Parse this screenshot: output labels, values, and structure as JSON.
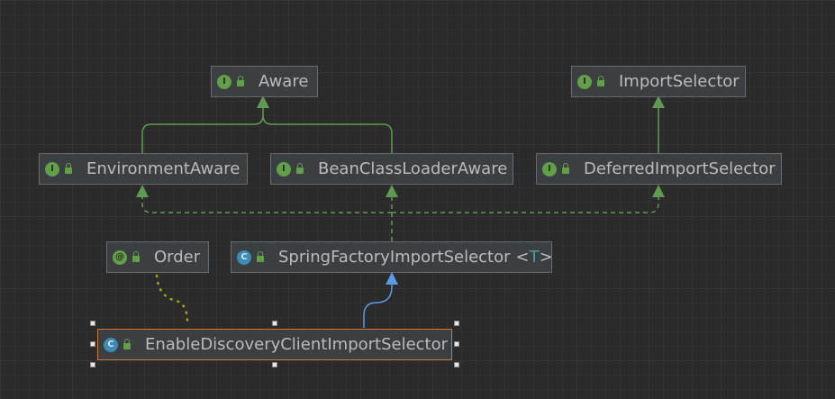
{
  "nodes": {
    "aware": {
      "name": "Aware",
      "kind": "interface",
      "badge": "I"
    },
    "import_selector": {
      "name": "ImportSelector",
      "kind": "interface",
      "badge": "I"
    },
    "environment_aware": {
      "name": "EnvironmentAware",
      "kind": "interface",
      "badge": "I"
    },
    "bean_class_loader_aware": {
      "name": "BeanClassLoaderAware",
      "kind": "interface",
      "badge": "I"
    },
    "deferred_import_selector": {
      "name": "DeferredImportSelector",
      "kind": "interface",
      "badge": "I"
    },
    "order": {
      "name": "Order",
      "kind": "annotation",
      "badge": "@"
    },
    "spring_factory_import_selector": {
      "name": "SpringFactoryImportSelector",
      "kind": "abstract-class",
      "badge": "C",
      "type_param_open": "<",
      "type_param": "T",
      "type_param_close": ">"
    },
    "enable_discovery_client_import_selector": {
      "name": "EnableDiscoveryClientImportSelector",
      "kind": "class",
      "badge": "C",
      "selected": true
    }
  },
  "edges": [
    {
      "from": "EnvironmentAware",
      "to": "Aware",
      "type": "extends"
    },
    {
      "from": "BeanClassLoaderAware",
      "to": "Aware",
      "type": "extends"
    },
    {
      "from": "DeferredImportSelector",
      "to": "ImportSelector",
      "type": "extends"
    },
    {
      "from": "SpringFactoryImportSelector",
      "to": "EnvironmentAware",
      "type": "implements"
    },
    {
      "from": "SpringFactoryImportSelector",
      "to": "BeanClassLoaderAware",
      "type": "implements"
    },
    {
      "from": "SpringFactoryImportSelector",
      "to": "DeferredImportSelector",
      "type": "implements"
    },
    {
      "from": "EnableDiscoveryClientImportSelector",
      "to": "SpringFactoryImportSelector",
      "type": "extends"
    },
    {
      "from": "EnableDiscoveryClientImportSelector",
      "to": "Order",
      "type": "annotated-with"
    }
  ],
  "colors": {
    "background": "#2b2b2b",
    "node_fill": "#3c3f41",
    "node_border": "#6a6a6a",
    "selected_border": "#cc7832",
    "text": "#bbbbbb",
    "interface_green": "#62a048",
    "class_blue": "#3d8bb3",
    "extends_green": "#5f9a52",
    "class_extends_blue": "#5a9be6",
    "annotation_dotted": "#a7a500"
  }
}
